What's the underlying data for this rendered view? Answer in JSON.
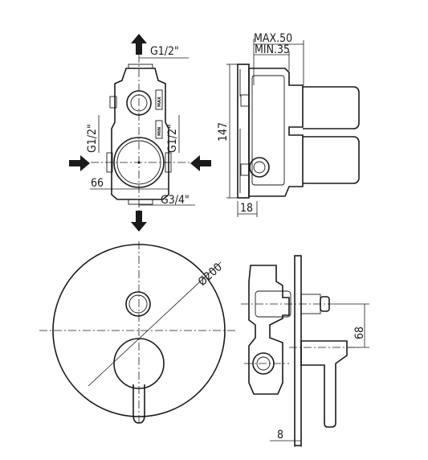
{
  "labels": {
    "top_outlet_thread": "G1/2\"",
    "left_thread": "G1/2\"",
    "right_thread": "G1/2\"",
    "bottom_thread": "G3/4\"",
    "width_66": "66",
    "max_depth": "MAX.50",
    "min_depth": "MIN.35",
    "height_147": "147",
    "depth_18": "18",
    "diameter": "Ø200",
    "dim_68": "68",
    "dim_8": "8",
    "mark_min": "MIN",
    "mark_max": "MAX"
  },
  "colors": {
    "line": "#1a1a1a",
    "background": "#ffffff"
  }
}
